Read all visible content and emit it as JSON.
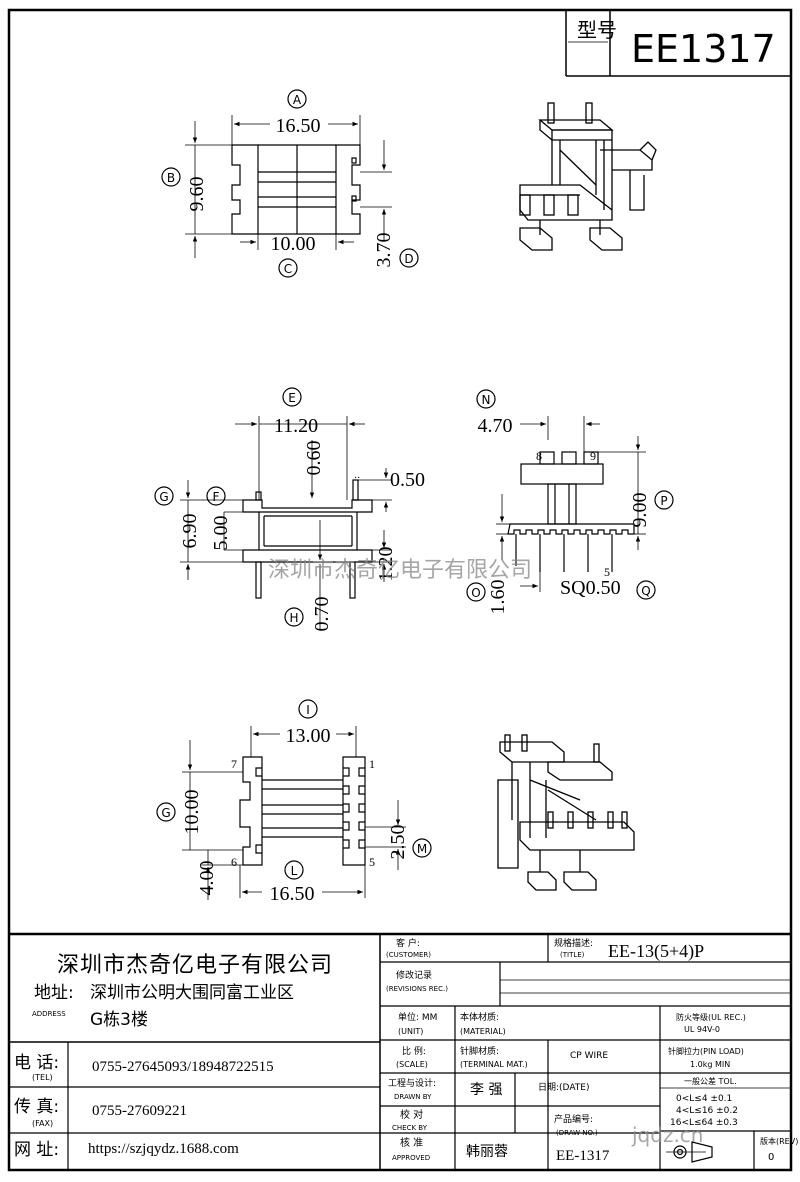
{
  "model": {
    "label": "型号",
    "value": "EE1317"
  },
  "dims": {
    "A": "16.50",
    "B": "9.60",
    "C": "10.00",
    "D": "3.70",
    "E": "11.20",
    "e2": "0.60",
    "e3": "0.50",
    "G": "6.90",
    "F": "5.00",
    "I1": "1.20",
    "H": "0.70",
    "N": "4.70",
    "P": "9.00",
    "O": "1.60",
    "Q": "SQ0.50",
    "I": "13.00",
    "Gb": "10.00",
    "L": "16.50",
    "Lb": "4.00",
    "M": "2.50"
  },
  "letters": {
    "A": "A",
    "B": "B",
    "C": "C",
    "D": "D",
    "E": "E",
    "F": "F",
    "G": "G",
    "H": "H",
    "N": "N",
    "P": "P",
    "O": "O",
    "Q": "Q",
    "I": "I",
    "G2": "G",
    "L": "L",
    "M": "M"
  },
  "pins": {
    "p8": "8",
    "p9": "9",
    "p5": "5",
    "p7": "7",
    "p6": "6",
    "p1": "1",
    "p5b": "5"
  },
  "watermark": "深圳市杰奇亿电子有限公司",
  "watermark_url": "jqdz.cn",
  "company": {
    "name": "深圳市杰奇亿电子有限公司",
    "addr_label": "地址:",
    "addr_label_en": "ADDRESS",
    "addr1": "深圳市公明大围同富工业区",
    "addr2": "G栋3楼",
    "tel_label": "电 话:",
    "tel_en": "(TEL)",
    "tel": "0755-27645093/18948722515",
    "fax_label": "传 真:",
    "fax_en": "(FAX)",
    "fax": "0755-27609221",
    "web_label": "网 址:",
    "web": "https://szjqydz.1688.com"
  },
  "tb": {
    "customer": "客 户:",
    "customer_en": "(CUSTOMER)",
    "title_cn": "规格描述:",
    "title_en": "(TITLE)",
    "title_val": "EE-13(5+4)P",
    "rev_rec": "修改记录",
    "rev_rec_en": "(REVISIONS REC.)",
    "unit": "单位: MM",
    "unit_en": "(UNIT)",
    "material": "本体材质:",
    "material_en": "(MATERIAL)",
    "ul": "防火等级(UL REC.)",
    "ul_val": "UL 94V-0",
    "scale": "比 例:",
    "scale_en": "(SCALE)",
    "terminal": "针脚材质:",
    "terminal_en": "(TERMINAL MAT.)",
    "terminal_val": "CP WIRE",
    "pinload": "针脚拉力(PIN LOAD)",
    "pinload_val": "1.0kg MIN",
    "drawn": "工程与设计:",
    "drawn_en": "DRAWN BY",
    "drawn_val": "李 强",
    "date": "日期:(DATE)",
    "tol": "一般公差 TOL.",
    "tol1": "0<L≤4  ±0.1",
    "tol2": "4<L≤16 ±0.2",
    "tol3": "16<L≤64 ±0.3",
    "check": "校 对",
    "check_en": "CHECK BY",
    "prod_no": "产品编号:",
    "prod_no_en": "(DRAW NO.)",
    "approve": "核 准",
    "approve_en": "APPROVED",
    "approve_val": "韩丽蓉",
    "draw_no": "EE-1317",
    "rev_label": "版本(REV)",
    "rev_val": "0"
  }
}
